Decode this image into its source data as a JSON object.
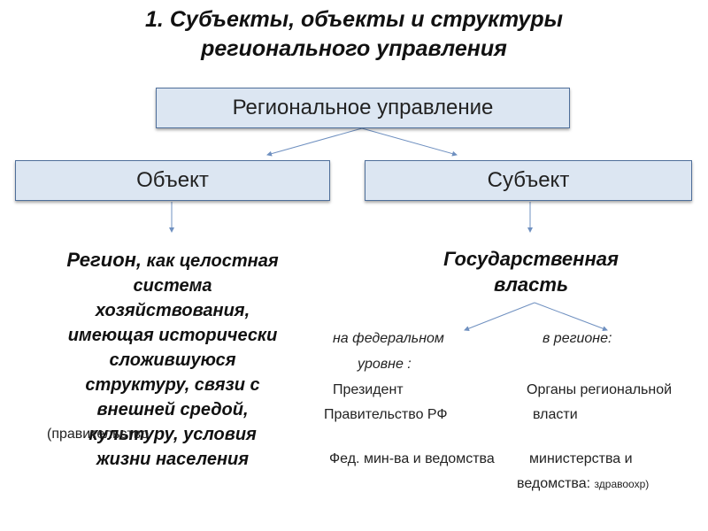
{
  "title": {
    "line1": "1. Субъекты, объекты и структуры",
    "line2": "регионального управления"
  },
  "boxes": {
    "root": "Региональное управление",
    "object": "Объект",
    "subject": "Субъект"
  },
  "object_description": {
    "lead": "Регион,",
    "line1": " как целостная",
    "line2": "система",
    "line3": "хозяйствования,",
    "line4": "имеющая  исторически",
    "line5": "сложившуюся",
    "line6": "структуру, связи с",
    "line7": "внешней средой,",
    "line8": "культуру, условия",
    "line9": "жизни населения",
    "note": "(правительство"
  },
  "subject_description": {
    "line1": "Государственная",
    "line2": "власть"
  },
  "federal": {
    "heading1": "на федеральном",
    "heading2": "уровне :",
    "item1": "Президент",
    "item2": "Правительство РФ",
    "item3": "Фед. мин-ва и ведомства"
  },
  "regional": {
    "heading": "в регионе:",
    "item1": "Органы региональной",
    "item2": "власти",
    "item3": "министерства и",
    "item4": "ведомства:",
    "item4_suffix": "здравоохр)"
  },
  "colors": {
    "box_fill": "#dce6f2",
    "box_border": "#4f6f9a",
    "connector": "#6f90c0"
  }
}
